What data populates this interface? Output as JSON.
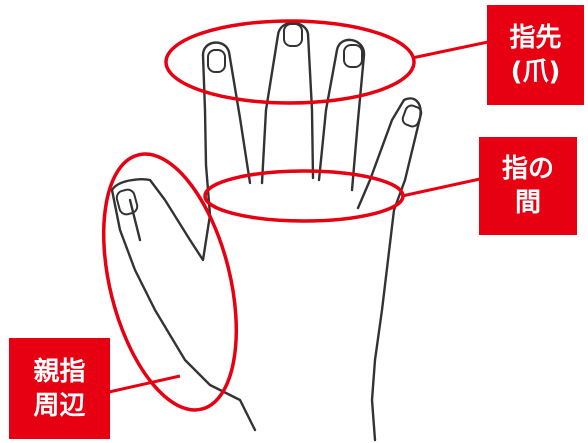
{
  "colors": {
    "accent": "#e60012",
    "line": "#333333",
    "background": "#ffffff"
  },
  "labels": {
    "fingertips": {
      "line1": "指先",
      "line2": "(爪)"
    },
    "between_fingers": {
      "line1": "指の",
      "line2": "間"
    },
    "thumb_area": {
      "line1": "親指",
      "line2": "周辺"
    }
  }
}
